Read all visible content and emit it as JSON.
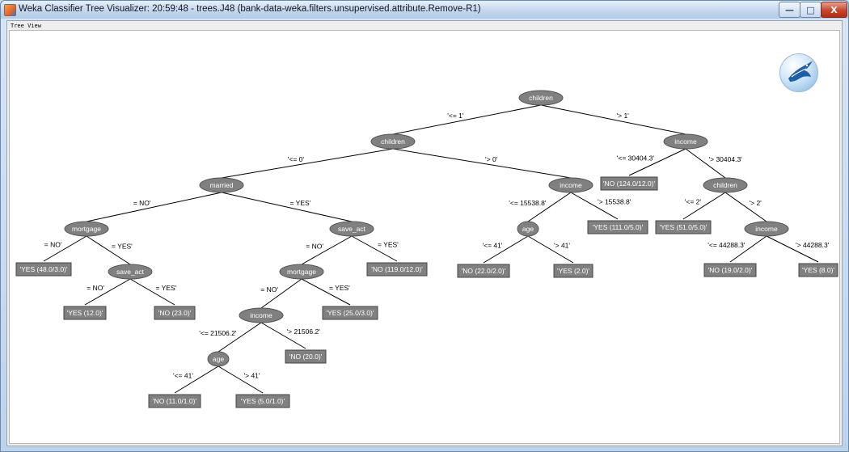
{
  "window": {
    "title": "Weka Classifier Tree Visualizer: 20:59:48 - trees.J48 (bank-data-weka.filters.unsupervised.attribute.Remove-R1)",
    "minimize_glyph": "—",
    "maximize_glyph": "□",
    "close_glyph": "X"
  },
  "panel": {
    "label": "Tree View"
  },
  "colors": {
    "node_fill": "#808080",
    "node_stroke": "#555555",
    "edge": "#000000",
    "leaf_fill": "#808080",
    "leaf_stroke": "#444444"
  },
  "icons": {
    "app": "java-cup-icon",
    "logo": "weka-bird-logo-icon"
  },
  "tree": {
    "nodes": [
      {
        "id": "n_children_root",
        "label": "children",
        "type": "node"
      },
      {
        "id": "n_children_l",
        "label": "children",
        "type": "node"
      },
      {
        "id": "n_income_r",
        "label": "income",
        "type": "node"
      },
      {
        "id": "n_married",
        "label": "married",
        "type": "node"
      },
      {
        "id": "n_income_m",
        "label": "income",
        "type": "node"
      },
      {
        "id": "n_leaf_no124",
        "label": "'NO (124.0/12.0)'",
        "type": "leaf"
      },
      {
        "id": "n_children_rr",
        "label": "children",
        "type": "node"
      },
      {
        "id": "n_mortgage_1",
        "label": "mortgage",
        "type": "node"
      },
      {
        "id": "n_save_act_1",
        "label": "save_act",
        "type": "node"
      },
      {
        "id": "n_age_1",
        "label": "age",
        "type": "node"
      },
      {
        "id": "n_leaf_yes111",
        "label": "'YES (111.0/5.0)'",
        "type": "leaf"
      },
      {
        "id": "n_leaf_yes51",
        "label": "'YES (51.0/5.0)'",
        "type": "leaf"
      },
      {
        "id": "n_income_rr",
        "label": "income",
        "type": "node"
      },
      {
        "id": "n_leaf_yes48",
        "label": "'YES (48.0/3.0)'",
        "type": "leaf"
      },
      {
        "id": "n_save_act_2",
        "label": "save_act",
        "type": "node"
      },
      {
        "id": "n_mortgage_2",
        "label": "mortgage",
        "type": "node"
      },
      {
        "id": "n_leaf_no119",
        "label": "'NO (119.0/12.0)'",
        "type": "leaf"
      },
      {
        "id": "n_leaf_no22",
        "label": "'NO (22.0/2.0)'",
        "type": "leaf"
      },
      {
        "id": "n_leaf_yes2",
        "label": "'YES (2.0)'",
        "type": "leaf"
      },
      {
        "id": "n_leaf_no19",
        "label": "'NO (19.0/2.0)'",
        "type": "leaf"
      },
      {
        "id": "n_leaf_yes8",
        "label": "'YES (8.0)'",
        "type": "leaf"
      },
      {
        "id": "n_leaf_yes12",
        "label": "'YES (12.0)'",
        "type": "leaf"
      },
      {
        "id": "n_leaf_no23",
        "label": "'NO (23.0)'",
        "type": "leaf"
      },
      {
        "id": "n_income_3",
        "label": "income",
        "type": "node"
      },
      {
        "id": "n_leaf_yes25",
        "label": "'YES (25.0/3.0)'",
        "type": "leaf"
      },
      {
        "id": "n_age_2",
        "label": "age",
        "type": "node"
      },
      {
        "id": "n_leaf_no20",
        "label": "'NO (20.0)'",
        "type": "leaf"
      },
      {
        "id": "n_leaf_no11",
        "label": "'NO (11.0/1.0)'",
        "type": "leaf"
      },
      {
        "id": "n_leaf_yes5",
        "label": "'YES (5.0/1.0)'",
        "type": "leaf"
      }
    ],
    "edges": [
      {
        "from": "n_children_root",
        "to": "n_children_l",
        "label": "'<= 1'"
      },
      {
        "from": "n_children_root",
        "to": "n_income_r",
        "label": "'> 1'"
      },
      {
        "from": "n_children_l",
        "to": "n_married",
        "label": "'<= 0'"
      },
      {
        "from": "n_children_l",
        "to": "n_income_m",
        "label": "'> 0'"
      },
      {
        "from": "n_income_r",
        "to": "n_leaf_no124",
        "label": "'<= 30404.3'"
      },
      {
        "from": "n_income_r",
        "to": "n_children_rr",
        "label": "'> 30404.3'"
      },
      {
        "from": "n_married",
        "to": "n_mortgage_1",
        "label": "= NO'"
      },
      {
        "from": "n_married",
        "to": "n_save_act_1",
        "label": "= YES'"
      },
      {
        "from": "n_income_m",
        "to": "n_age_1",
        "label": "'<= 15538.8'"
      },
      {
        "from": "n_income_m",
        "to": "n_leaf_yes111",
        "label": "'> 15538.8'"
      },
      {
        "from": "n_children_rr",
        "to": "n_leaf_yes51",
        "label": "'<= 2'"
      },
      {
        "from": "n_children_rr",
        "to": "n_income_rr",
        "label": "'> 2'"
      },
      {
        "from": "n_mortgage_1",
        "to": "n_leaf_yes48",
        "label": "= NO'"
      },
      {
        "from": "n_mortgage_1",
        "to": "n_save_act_2",
        "label": "= YES'"
      },
      {
        "from": "n_save_act_1",
        "to": "n_mortgage_2",
        "label": "= NO'"
      },
      {
        "from": "n_save_act_1",
        "to": "n_leaf_no119",
        "label": "= YES'"
      },
      {
        "from": "n_age_1",
        "to": "n_leaf_no22",
        "label": "'<= 41'"
      },
      {
        "from": "n_age_1",
        "to": "n_leaf_yes2",
        "label": "'> 41'"
      },
      {
        "from": "n_income_rr",
        "to": "n_leaf_no19",
        "label": "'<= 44288.3'"
      },
      {
        "from": "n_income_rr",
        "to": "n_leaf_yes8",
        "label": "'> 44288.3'"
      },
      {
        "from": "n_save_act_2",
        "to": "n_leaf_yes12",
        "label": "= NO'"
      },
      {
        "from": "n_save_act_2",
        "to": "n_leaf_no23",
        "label": "= YES'"
      },
      {
        "from": "n_mortgage_2",
        "to": "n_income_3",
        "label": "= NO'"
      },
      {
        "from": "n_mortgage_2",
        "to": "n_leaf_yes25",
        "label": "= YES'"
      },
      {
        "from": "n_income_3",
        "to": "n_age_2",
        "label": "'<= 21506.2'"
      },
      {
        "from": "n_income_3",
        "to": "n_leaf_no20",
        "label": "'> 21506.2'"
      },
      {
        "from": "n_age_2",
        "to": "n_leaf_no11",
        "label": "'<= 41'"
      },
      {
        "from": "n_age_2",
        "to": "n_leaf_yes5",
        "label": "'> 41'"
      }
    ]
  }
}
